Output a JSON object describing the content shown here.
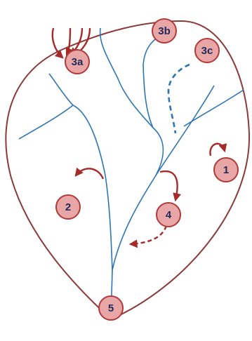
{
  "colors": {
    "outline": "#8B3A3A",
    "channel": "#2E75B6",
    "arrow": "#A52A2A",
    "marker_fill": "#E9A6A6",
    "marker_stroke": "#B03A3A",
    "label": "#1F2A5A"
  },
  "markers": [
    {
      "id": "marker-1",
      "label": "1"
    },
    {
      "id": "marker-2",
      "label": "2"
    },
    {
      "id": "marker-3a",
      "label": "3a"
    },
    {
      "id": "marker-3b",
      "label": "3b"
    },
    {
      "id": "marker-3c",
      "label": "3c"
    },
    {
      "id": "marker-4",
      "label": "4"
    },
    {
      "id": "marker-5",
      "label": "5"
    }
  ]
}
